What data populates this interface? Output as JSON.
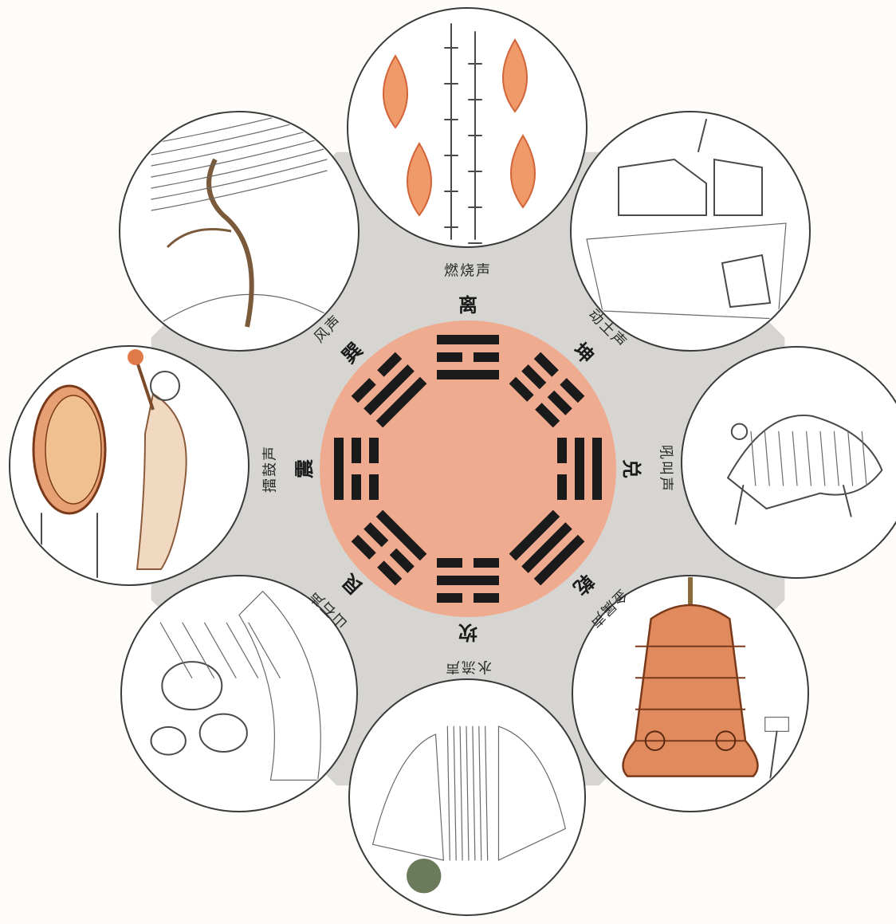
{
  "center": {
    "outer_color": "#d6d5d2",
    "disc_color": "#efab8f",
    "line_color": "#1a1a1a"
  },
  "trigrams": [
    {
      "name": "离",
      "sound": "燃烧声",
      "lines": [
        1,
        0,
        1
      ],
      "scene_icon": "burning-bamboo-icon"
    },
    {
      "name": "坤",
      "sound": "动土声",
      "lines": [
        0,
        0,
        0
      ],
      "scene_icon": "ruined-house-icon"
    },
    {
      "name": "兑",
      "sound": "吼叫声",
      "lines": [
        0,
        1,
        1
      ],
      "scene_icon": "roaring-tiger-icon"
    },
    {
      "name": "乾",
      "sound": "金属声",
      "lines": [
        1,
        1,
        1
      ],
      "scene_icon": "bronze-bell-icon"
    },
    {
      "name": "坎",
      "sound": "水流声",
      "lines": [
        0,
        1,
        0
      ],
      "scene_icon": "waterfall-icon"
    },
    {
      "name": "艮",
      "sound": "山石声",
      "lines": [
        1,
        0,
        0
      ],
      "scene_icon": "falling-rocks-icon"
    },
    {
      "name": "震",
      "sound": "擂鼓声",
      "lines": [
        0,
        0,
        1
      ],
      "scene_icon": "drummer-icon"
    },
    {
      "name": "巽",
      "sound": "风声",
      "lines": [
        1,
        1,
        0
      ],
      "scene_icon": "windblown-tree-icon"
    }
  ]
}
